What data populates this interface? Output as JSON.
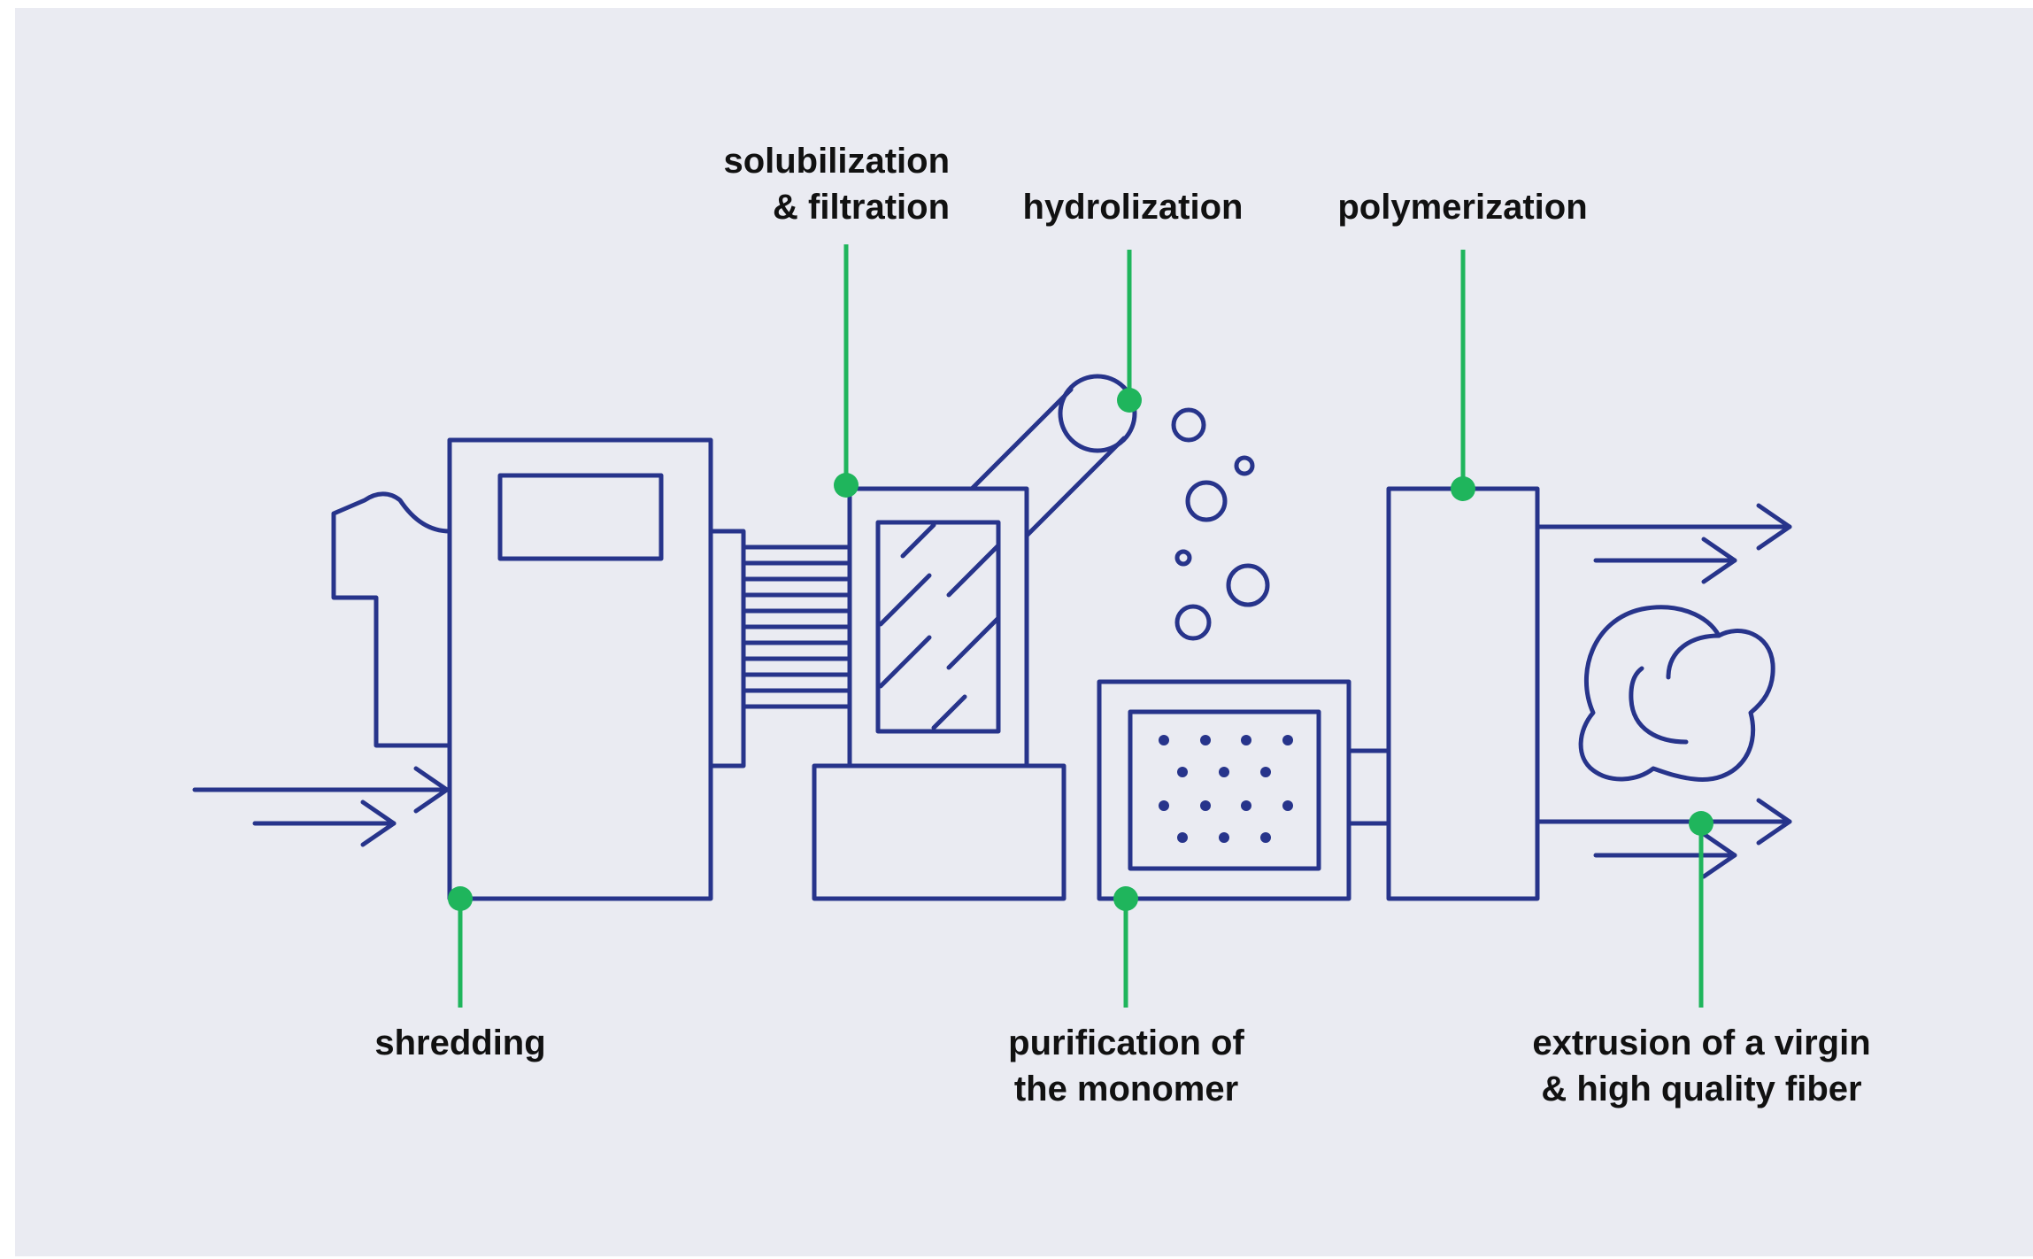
{
  "colors": {
    "background": "#eaebf2",
    "line": "#27348b",
    "accent": "#1fb55c",
    "text": "#111111"
  },
  "labels": {
    "shredding": "shredding",
    "solubilization": [
      "solubilization",
      "& filtration"
    ],
    "hydrolization": "hydrolization",
    "polymerization": "polymerization",
    "purification": [
      "purification of",
      "the monomer"
    ],
    "extrusion": [
      "extrusion of a virgin",
      "& high quality fiber"
    ]
  },
  "icons": {
    "input-arrows": "double-arrow-right-icon",
    "tshirt": "tshirt-icon",
    "shredder": "shredder-machine-icon",
    "filter": "filter-tank-icon",
    "conveyor": "conveyor-icon",
    "bubbles": "bubbles-icon",
    "purifier": "purification-tank-icon",
    "polymerizer": "polymerization-column-icon",
    "fiber": "fiber-ball-icon",
    "output-arrows": "double-arrow-right-icon"
  }
}
